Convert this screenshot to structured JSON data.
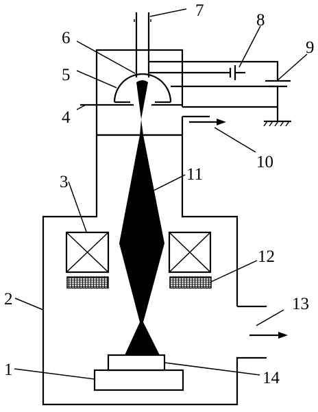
{
  "diagram": {
    "labels": {
      "l1": "1",
      "l2": "2",
      "l3": "3",
      "l4": "4",
      "l5": "5",
      "l6": "6",
      "l7": "7",
      "l8": "8",
      "l9": "9",
      "l10": "10",
      "l11": "11",
      "l12": "12",
      "l13": "13",
      "l14": "14"
    },
    "colors": {
      "line": "#000000",
      "background": "#ffffff"
    }
  }
}
